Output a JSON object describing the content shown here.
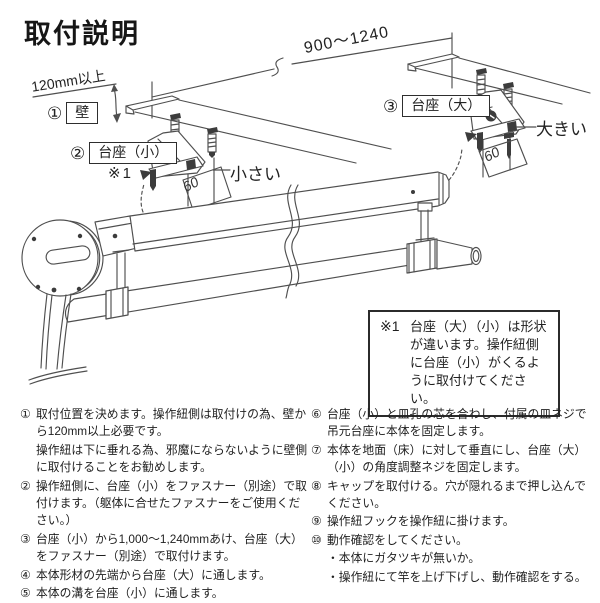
{
  "page": {
    "title": "取付説明"
  },
  "diagram": {
    "dim_span": "900〜1240",
    "dim_wall": "120mm以上",
    "callout_wall": {
      "num": "①",
      "label": "壁"
    },
    "callout_base_small": {
      "num": "②",
      "label": "台座（小）",
      "ref": "※1"
    },
    "callout_base_large": {
      "num": "③",
      "label": "台座（大）"
    },
    "label_small": "小さい",
    "label_large": "大きい",
    "angle_left": "60",
    "angle_right": "60"
  },
  "note": {
    "ref": "※1",
    "text": "台座（大）（小）は形状が違います。操作紐側に台座（小）がくるように取付けてください。"
  },
  "instructions": {
    "left": [
      {
        "n": "①",
        "t": "取付位置を決めます。操作紐側は取付けの為、壁から120mm以上必要です。"
      },
      {
        "n": "",
        "t": "操作紐は下に垂れる為、邪魔にならないように壁側に取付けることをお勧めします。"
      },
      {
        "n": "②",
        "t": "操作紐側に、台座（小）をファスナー（別途）で取付けます。（躯体に合せたファスナーをご使用ください。）"
      },
      {
        "n": "③",
        "t": "台座（小）から1,000〜1,240mmあけ、台座（大）をファスナー（別途）で取付けます。"
      },
      {
        "n": "④",
        "t": "本体形材の先端から台座（大）に通します。"
      },
      {
        "n": "⑤",
        "t": "本体の溝を台座（小）に通します。"
      }
    ],
    "right": [
      {
        "n": "⑥",
        "t": "台座（小）と皿孔の芯を合わし、付属の皿ネジで吊元台座に本体を固定します。"
      },
      {
        "n": "⑦",
        "t": "本体を地面（床）に対して垂直にし、台座（大）（小）の角度調整ネジを固定します。"
      },
      {
        "n": "⑧",
        "t": "キャップを取付ける。穴が隠れるまで押し込んでください。"
      },
      {
        "n": "⑨",
        "t": "操作紐フックを操作紐に掛けます。"
      },
      {
        "n": "⑩",
        "t": "動作確認をしてください。"
      },
      {
        "n": "",
        "t": "・本体にガタツキが無いか。"
      },
      {
        "n": "",
        "t": "・操作紐にて竿を上げ下げし、動作確認をする。"
      }
    ]
  },
  "colors": {
    "ink": "#1f1f1f",
    "line": "#4f4f4f"
  }
}
